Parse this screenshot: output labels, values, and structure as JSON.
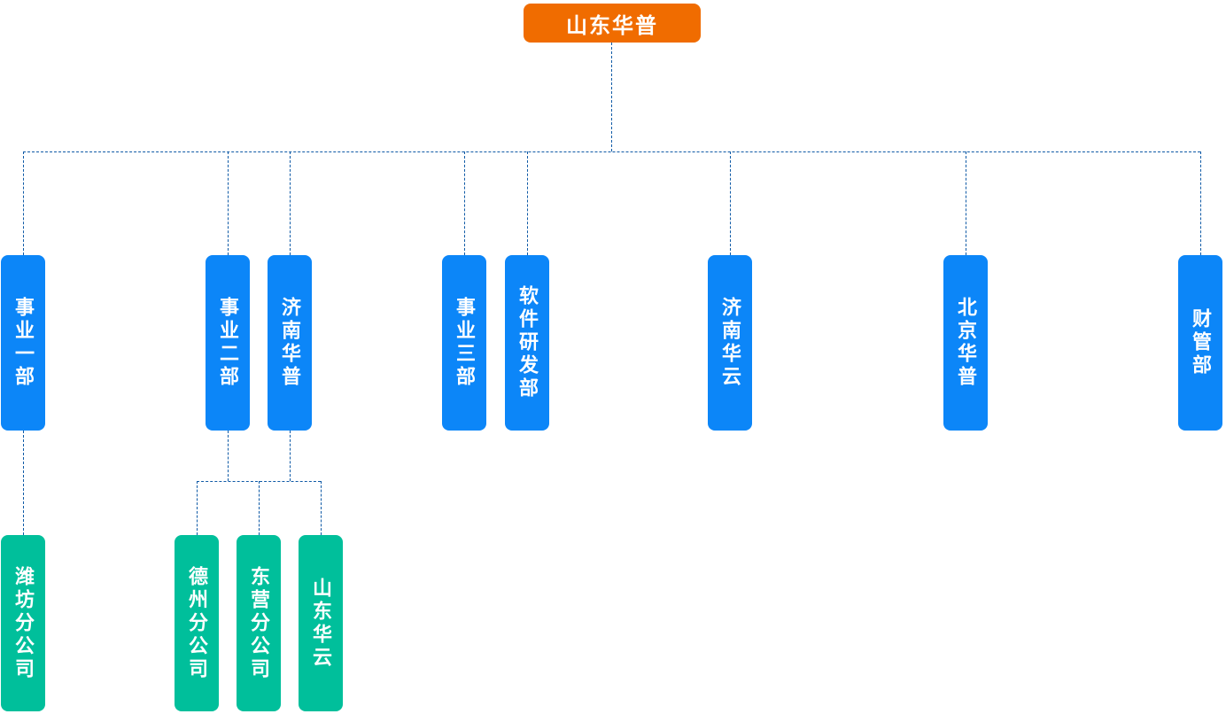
{
  "org_chart": {
    "root": {
      "label": "山东华普"
    },
    "departments": [
      {
        "label": "事业一部"
      },
      {
        "label": "事业二部"
      },
      {
        "label": "济南华普"
      },
      {
        "label": "事业三部"
      },
      {
        "label": "软件研发部"
      },
      {
        "label": "济南华云"
      },
      {
        "label": "北京华普"
      },
      {
        "label": "财管部"
      }
    ],
    "branches": [
      {
        "label": "潍坊分公司",
        "reports_to": "事业一部"
      },
      {
        "label": "德州分公司",
        "reports_to": "事业二部"
      },
      {
        "label": "东营分公司",
        "reports_to": "事业二部"
      },
      {
        "label": "山东华云",
        "reports_to": "济南华普"
      }
    ],
    "colors": {
      "root_bg": "#F06C00",
      "department_bg": "#0C86F8",
      "branch_bg": "#00BF9B",
      "connector": "#0F5AA6",
      "text": "#FFFFFF"
    }
  }
}
